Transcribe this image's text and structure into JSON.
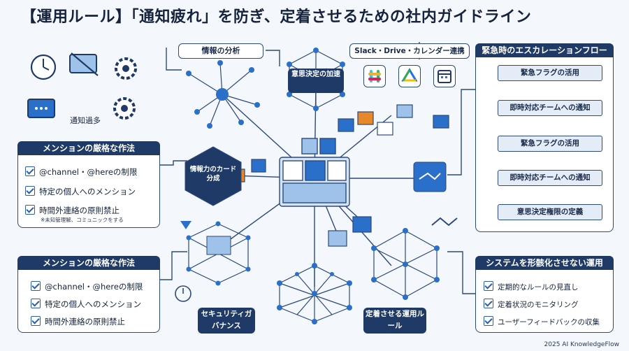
{
  "title": "【運用ルール】「通知疲れ」を防ぎ、定着させるための社内ガイドライン",
  "icons_label": "通知過多",
  "labels": {
    "analysis": "情報の分析",
    "decision": "意思決定の加速",
    "card": "情報力のカード分成",
    "integration": "Slack・Drive・カレンダー連携",
    "security": "セキュリティガバナンス",
    "rules": "定着させる運用ルール"
  },
  "mention_top": {
    "heading": "メンションの厳格な作法",
    "items": [
      "@channel・@hereの制限",
      "特定の個人へのメンション",
      "時間外連絡の原則禁止"
    ],
    "note": "※未知管理解、コミュニックをする"
  },
  "mention_bottom": {
    "heading": "メンションの厳格な作法",
    "items": [
      "@channel・@hereの制限",
      "特定の個人へのメンション",
      "時間外連絡の原則禁止"
    ]
  },
  "escalation": {
    "heading": "緊急時のエスカレーションフロー",
    "steps": [
      "緊急フラグの活用",
      "即時対応チームへの通知",
      "緊急フラグの活用",
      "即時対応チームへの通知",
      "意思決定権限の定義"
    ]
  },
  "system": {
    "heading": "システムを形骸化させない運用",
    "items": [
      "定期的なルールの見直し",
      "定着状況のモニタリング",
      "ユーザーフィードバックの収集"
    ]
  },
  "footer": "2025 AI KnowledgeFlow",
  "colors": {
    "navy": "#1f3a66",
    "accent_blue": "#2a6fc9",
    "accent_orange": "#e8862a"
  }
}
